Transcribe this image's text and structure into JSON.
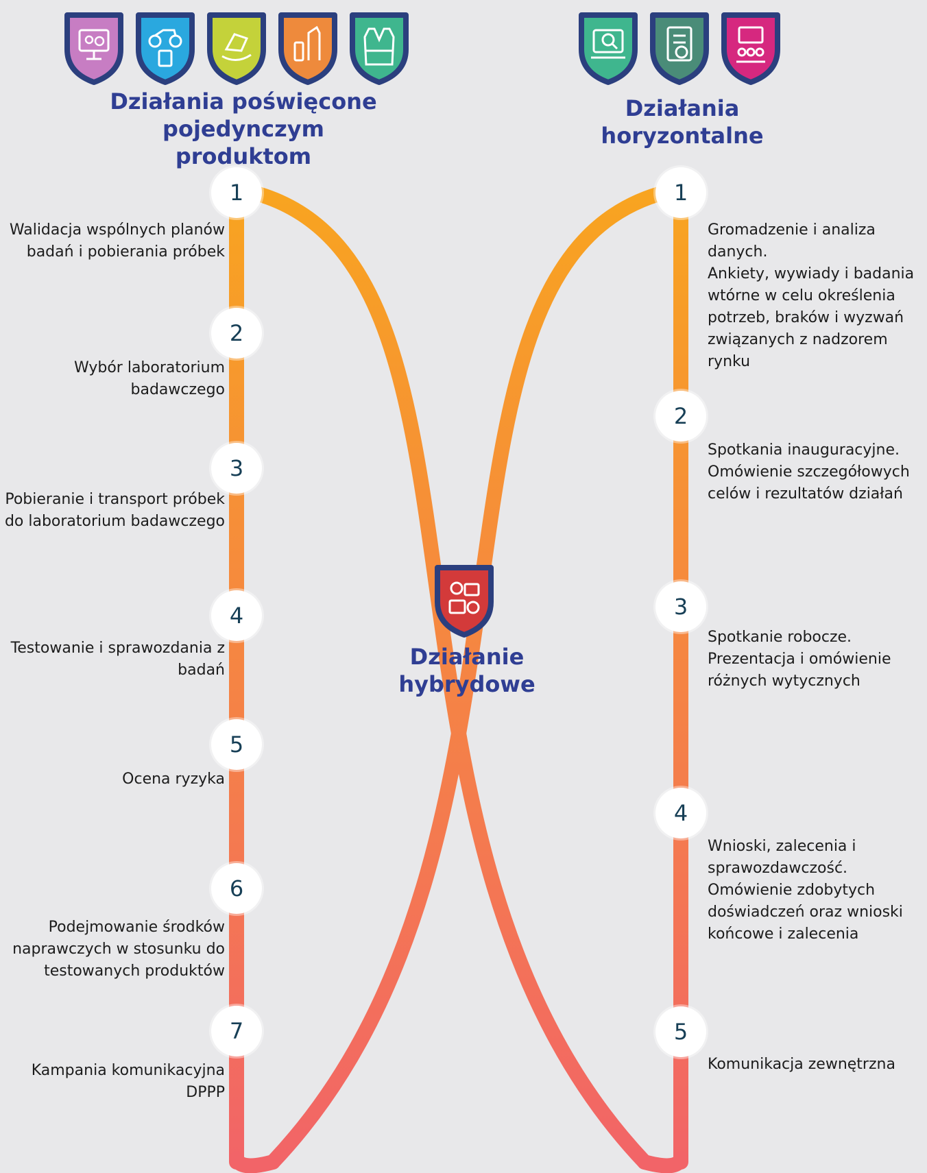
{
  "left_heading": "Działania poświęcone pojedynczym produktom",
  "right_heading": "Działania horyzontalne",
  "center_heading": "Działanie hybrydowe",
  "colors": {
    "heading": "#2f3e93",
    "number": "#173f56",
    "background": "#e8e8ea",
    "curve_top": "#f8a51f",
    "curve_bottom": "#f26468"
  },
  "left_icons": [
    {
      "name": "toys-ecommerce-icon",
      "color": "#c77dc3"
    },
    {
      "name": "vehicle-battery-icon",
      "color": "#2aa8df"
    },
    {
      "name": "childcare-rocker-icon",
      "color": "#c4d23a"
    },
    {
      "name": "lighter-cosmetics-icon",
      "color": "#ee8a3c"
    },
    {
      "name": "high-visibility-vest-icon",
      "color": "#3fb68e"
    }
  ],
  "right_icons": [
    {
      "name": "data-analysis-icon",
      "color": "#3fb68e"
    },
    {
      "name": "checklist-inspection-icon",
      "color": "#4a8c78"
    },
    {
      "name": "meeting-presentation-icon",
      "color": "#d6287f"
    }
  ],
  "center_icon": {
    "name": "hybrid-products-icon",
    "color": "#d33a3a"
  },
  "left_steps": [
    {
      "number": "1",
      "text": "Walidacja wspólnych planów badań i pobierania próbek"
    },
    {
      "number": "2",
      "text": "Wybór laboratorium badawczego"
    },
    {
      "number": "3",
      "text": "Pobieranie i transport próbek do laboratorium badawczego"
    },
    {
      "number": "4",
      "text": "Testowanie i sprawozdania z badań"
    },
    {
      "number": "5",
      "text": "Ocena ryzyka"
    },
    {
      "number": "6",
      "text": "Podejmowanie środków naprawczych w stosunku do testowanych produktów"
    },
    {
      "number": "7",
      "text": "Kampania komunikacyjna DPPP"
    }
  ],
  "right_steps": [
    {
      "number": "1",
      "title": "Gromadzenie i analiza danych.",
      "text": "Ankiety, wywiady i badania wtórne w celu określenia potrzeb, braków i wyzwań związanych z nadzorem rynku"
    },
    {
      "number": "2",
      "title": "Spotkania inauguracyjne.",
      "text": "Omówienie szczegółowych celów i rezultatów działań"
    },
    {
      "number": "3",
      "title": "Spotkanie robocze.",
      "text": "Prezentacja i omówienie różnych wytycznych"
    },
    {
      "number": "4",
      "title": "Wnioski, zalecenia i sprawozdawczość.",
      "text": "Omówienie zdobytych doświadczeń oraz wnioski końcowe i zalecenia"
    },
    {
      "number": "5",
      "title": "Komunikacja zewnętrzna",
      "text": ""
    }
  ]
}
